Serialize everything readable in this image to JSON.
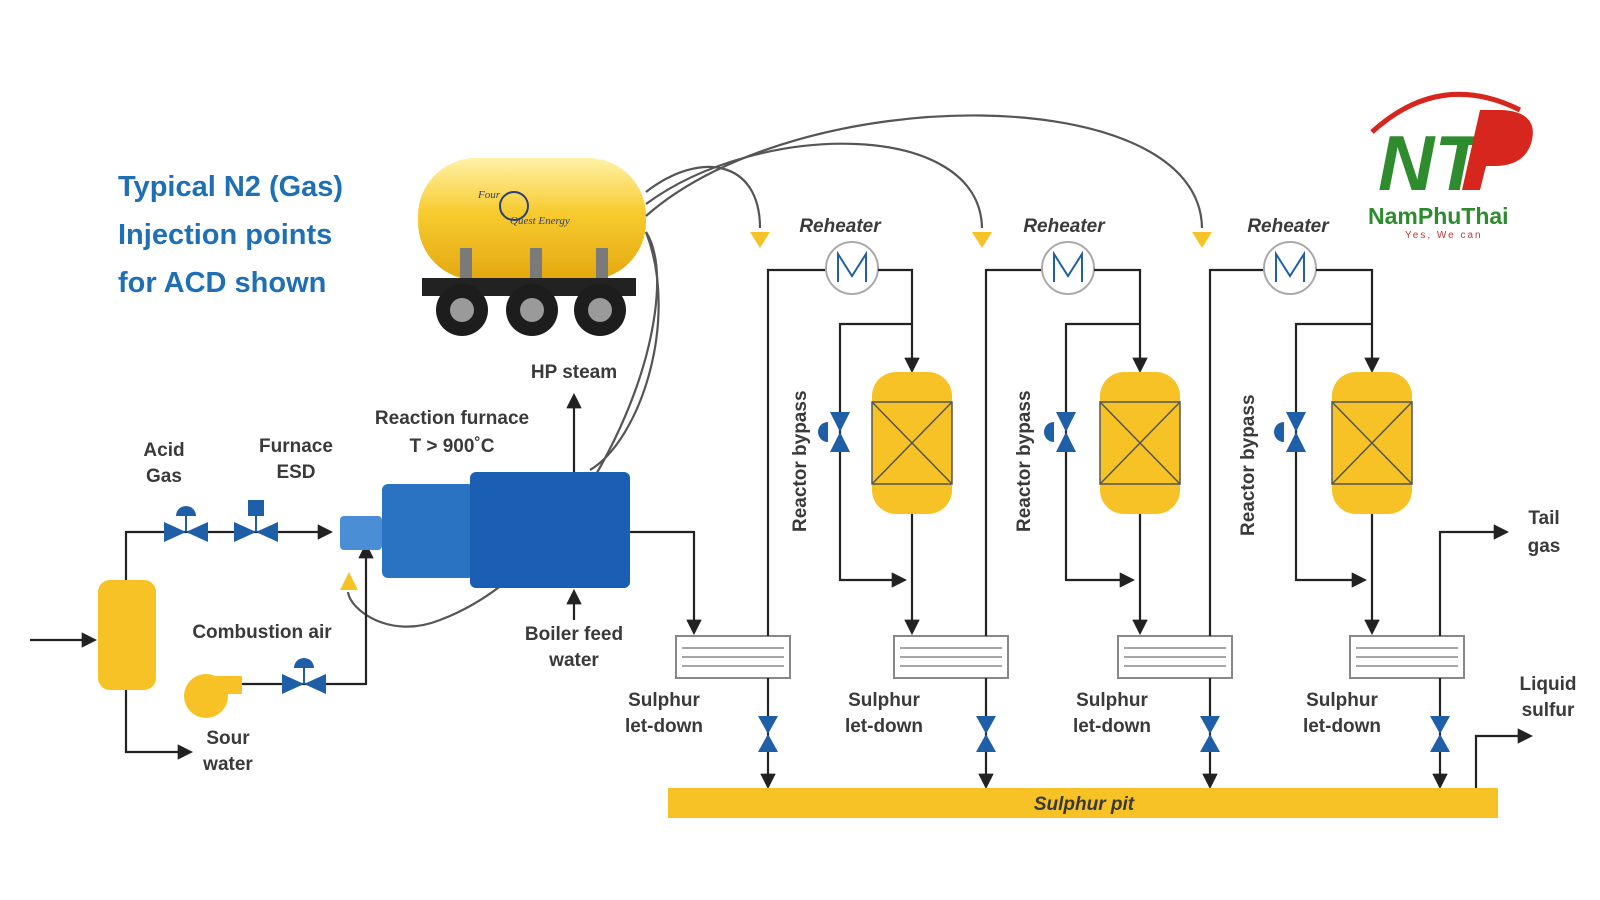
{
  "title": {
    "line1": "Typical N2 (Gas)",
    "line2": "Injection points",
    "line3": "for ACD shown"
  },
  "brand": {
    "name": "NamPhuThai",
    "slogan": "Yes, We can",
    "logo_letters": "NTP",
    "colors": {
      "green": "#2e8b2e",
      "red": "#d7261e"
    }
  },
  "truck": {
    "logo_line1": "Four",
    "logo_line2": "Quest Energy"
  },
  "labels": {
    "acid_gas_1": "Acid",
    "acid_gas_2": "Gas",
    "furnace_esd_1": "Furnace",
    "furnace_esd_2": "ESD",
    "reaction_furnace_1": "Reaction furnace",
    "reaction_furnace_2": "T > 900˚C",
    "hp_steam": "HP steam",
    "combustion_air": "Combustion air",
    "boiler_feed_1": "Boiler feed",
    "boiler_feed_2": "water",
    "sour_water_1": "Sour",
    "sour_water_2": "water",
    "tail_gas_1": "Tail",
    "tail_gas_2": "gas",
    "liquid_sulfur_1": "Liquid",
    "liquid_sulfur_2": "sulfur",
    "sulphur_pit": "Sulphur pit"
  },
  "stages": [
    {
      "reheater": "Reheater",
      "bypass": "Reactor bypass",
      "letdown1": "Sulphur",
      "letdown2": "let-down"
    },
    {
      "reheater": "Reheater",
      "bypass": "Reactor bypass",
      "letdown1": "Sulphur",
      "letdown2": "let-down"
    },
    {
      "reheater": "Reheater",
      "bypass": "Reactor bypass",
      "letdown1": "Sulphur",
      "letdown2": "let-down"
    }
  ],
  "letdown_last": {
    "line1": "Sulphur",
    "line2": "let-down"
  },
  "colors": {
    "yellow": "#f6c225",
    "blue_dark": "#1a5fb4",
    "blue_mid": "#2a72c2",
    "valve_blue": "#1f5fa8",
    "pipe": "#222222",
    "title_blue": "#1f6fb5"
  }
}
